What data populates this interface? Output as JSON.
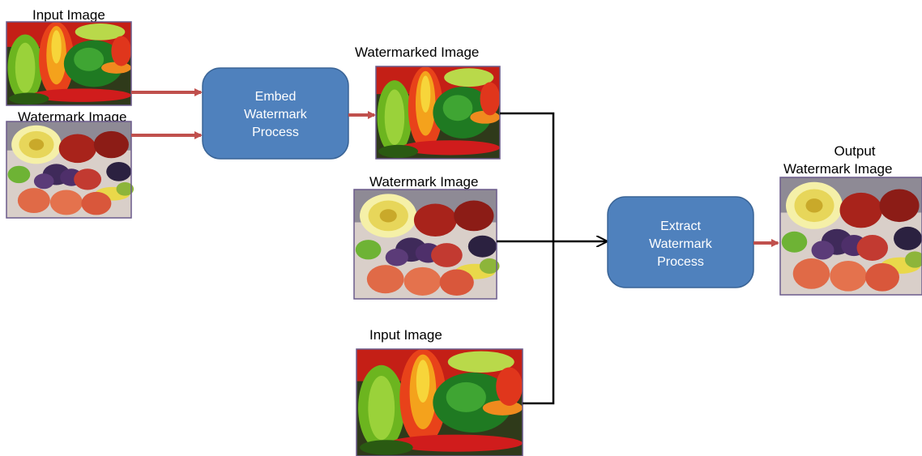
{
  "labels": {
    "input_image_top": "Input Image",
    "watermark_image_left": "Watermark Image",
    "watermarked_image": "Watermarked Image",
    "watermark_image_mid": "Watermark Image",
    "input_image_bottom": "Input Image",
    "output_line1": "Output",
    "output_line2": "Watermark Image"
  },
  "embed_box": {
    "line1": "Embed",
    "line2": "Watermark",
    "line3": "Process"
  },
  "extract_box": {
    "line1": "Extract",
    "line2": "Watermark",
    "line3": "Process"
  },
  "colors": {
    "process_box_fill": "#4f81bd",
    "process_box_stroke": "#3a6496",
    "red_arrow": "#c0504d",
    "black_arrow": "#000000",
    "image_frame": "#6b5b8c"
  },
  "images": {
    "peppers": "photo of colorful peppers",
    "fruits": "photo of fruits"
  }
}
